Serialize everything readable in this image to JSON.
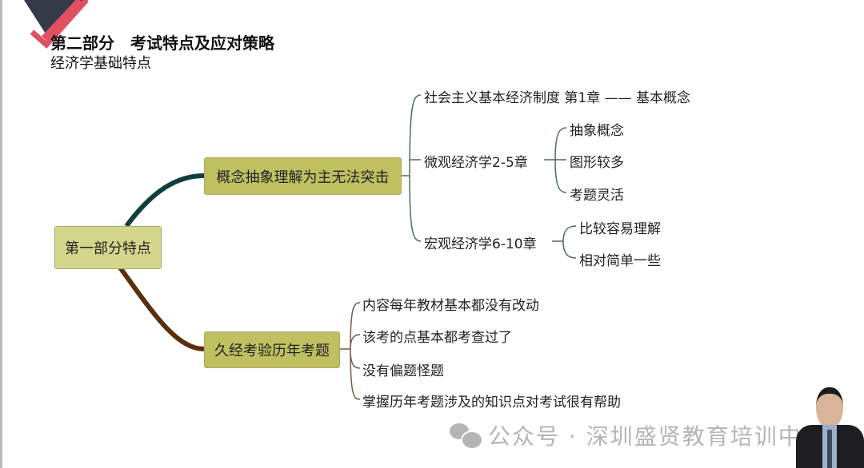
{
  "header": {
    "title": "第二部分　考试特点及应对策略",
    "subtitle": "经济学基础特点"
  },
  "mindmap": {
    "root": "第一部分特点",
    "branches": [
      {
        "label": "概念抽象理解为主无法突击",
        "children": [
          {
            "label": "社会主义基本经济制度 第1章 —— 基本概念",
            "children": []
          },
          {
            "label": "微观经济学2-5章",
            "children": [
              "抽象概念",
              "图形较多",
              "考题灵活"
            ]
          },
          {
            "label": "宏观经济学6-10章",
            "children": [
              "比较容易理解",
              "相对简单一些"
            ]
          }
        ]
      },
      {
        "label": "久经考验历年考题",
        "children": [
          {
            "label": "内容每年教材基本都没有改动"
          },
          {
            "label": "该考的点基本都考查过了"
          },
          {
            "label": "没有偏题怪题"
          },
          {
            "label": "掌握历年考题涉及的知识点对考试很有帮助"
          }
        ]
      }
    ]
  },
  "watermark": "公众号 · 深圳盛贤教育培训中",
  "colors": {
    "root": "#d4d68c",
    "branch": "#bfc060",
    "branch1_line": "#0f3f3c",
    "branch2_line": "#5a300c"
  }
}
